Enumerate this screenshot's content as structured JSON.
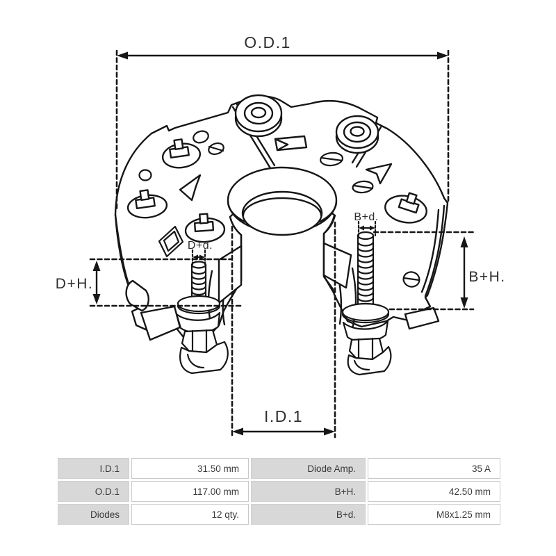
{
  "diagram": {
    "dimension_labels": {
      "od1": "O.D.1",
      "id1": "I.D.1",
      "dh": "D+H.",
      "bh": "B+H.",
      "dd": "D+d.",
      "bd": "B+d."
    }
  },
  "spec_table": {
    "rows": [
      {
        "label_left": "I.D.1",
        "value_left": "31.50 mm",
        "label_right": "Diode Amp.",
        "value_right": "35 A"
      },
      {
        "label_left": "O.D.1",
        "value_left": "117.00 mm",
        "label_right": "B+H.",
        "value_right": "42.50 mm"
      },
      {
        "label_left": "Diodes",
        "value_left": "12 qty.",
        "label_right": "B+d.",
        "value_right": "M8x1.25 mm"
      }
    ]
  },
  "colors": {
    "line": "#161616",
    "table_label_bg": "#d8d8d8",
    "table_border": "#c9c9c9",
    "text": "#3b3b3b",
    "background": "#ffffff"
  }
}
